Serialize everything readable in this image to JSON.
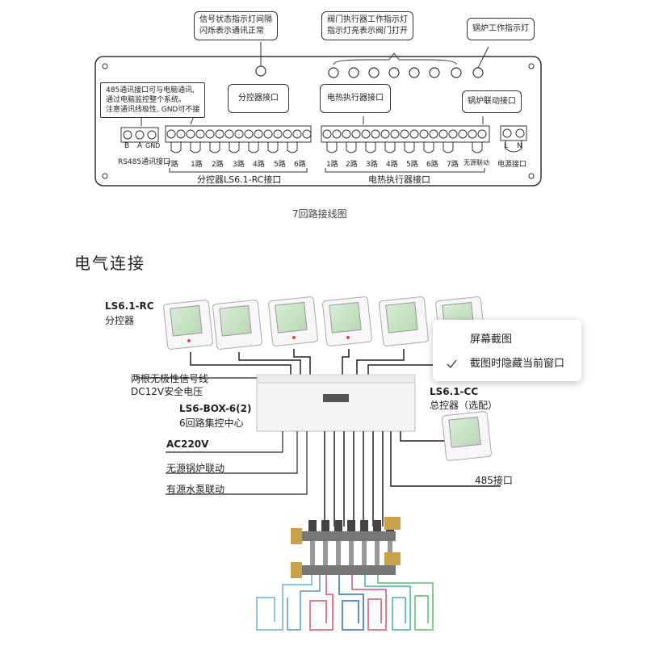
{
  "top_diagram": {
    "callout_signal": [
      "信号状态指示灯间隔",
      "闪烁表示通讯正常"
    ],
    "callout_valve": [
      "阀门执行器工作指示灯",
      "指示灯亮表示阀门打开"
    ],
    "callout_boiler": "锅炉工作指示灯",
    "callout_485": [
      "485通讯接口可与电脑通讯,",
      "通过电脑监控整个系统。",
      "注意通讯线极性, GND可不接"
    ],
    "callout_sub": "分控器接口",
    "callout_heat": "电热执行器接口",
    "callout_boiler_link": "锅炉联动接口",
    "rs485_pins": [
      "B",
      "A",
      "GND"
    ],
    "rs485_label": "RS485通讯接口",
    "power_pins": [
      "L",
      "N"
    ],
    "power_label": "电源接口",
    "sub_ports": [
      "7路",
      "1路",
      "2路",
      "3路",
      "4路",
      "5路",
      "6路"
    ],
    "heat_ports": [
      "1路",
      "2路",
      "3路",
      "4路",
      "5路",
      "6路",
      "7路",
      "无源联动"
    ],
    "sub_group_label": "分控器LS6.1-RC接口",
    "heat_group_label": "电热执行器接口",
    "caption": "7回路接线图"
  },
  "section_title": "电气连接",
  "bottom_diagram": {
    "rc_model": "LS6.1-RC",
    "rc_name": "分控器",
    "wire_desc_1": "两根无极性信号线",
    "wire_desc_2": "DC12V安全电压",
    "box_model": "LS6-BOX-6(2)",
    "box_name": "6回路集控中心",
    "ac_label": "AC220V",
    "boiler_link": "无源锅炉联动",
    "pump_link": "有源水泵联动",
    "cc_model": "LS6.1-CC",
    "cc_name": "总控器（选配）",
    "port_485": "485接口"
  },
  "context_menu": {
    "item_1": "屏幕截图",
    "item_2": "截图时隐藏当前窗口"
  }
}
